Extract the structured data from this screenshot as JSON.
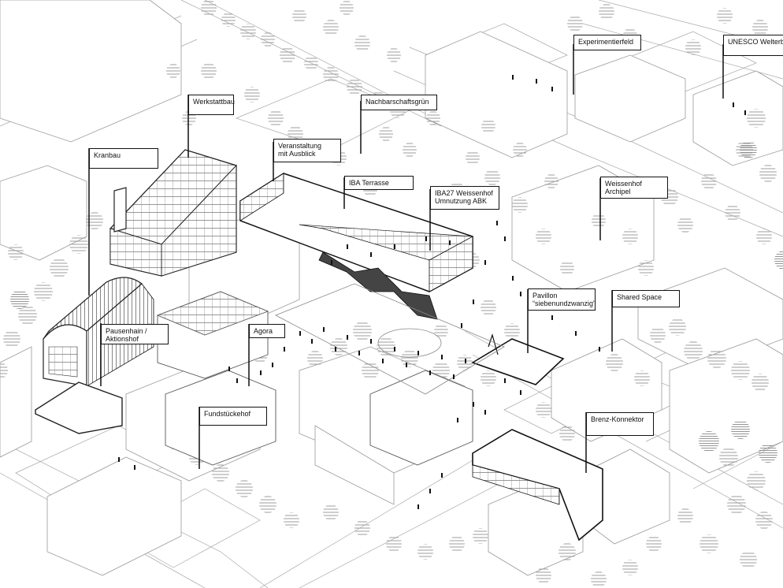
{
  "labels": {
    "experimentierfeld": {
      "line1": "Experimentierfeld"
    },
    "unesco": {
      "line1": "UNESCO Welterbe"
    },
    "werkstattbau": {
      "line1": "Werkstattbau"
    },
    "nachbarschaftsgruen": {
      "line1": "Nachbarschaftsgrün"
    },
    "kranbau": {
      "line1": "Kranbau"
    },
    "veranstaltung": {
      "line1": "Veranstaltung",
      "line2": "mit Ausblick"
    },
    "iba_terrasse": {
      "line1": "IBA Terrasse"
    },
    "iba27": {
      "line1": "IBA27 Weissenhof",
      "line2": "Umnutzung ABK"
    },
    "weissenhof_archipel": {
      "line1": "Weissenhof",
      "line2": "Archipel"
    },
    "pavillon": {
      "line1": "Pavillon",
      "line2": "“siebenundzwanzig”"
    },
    "shared_space": {
      "line1": "Shared Space"
    },
    "pausenhain": {
      "line1": "Pausenhain /",
      "line2": "Aktionshof"
    },
    "agora": {
      "line1": "Agora"
    },
    "fundstueckehof": {
      "line1": "Fundstückehof"
    },
    "brenz_konnektor": {
      "line1": "Brenz-Konnektor"
    }
  },
  "colors": {
    "line": "#222222",
    "thin_line": "#9a9a9a",
    "tree": "#d4d4d4",
    "people": "#111111",
    "highlight": "#111111"
  }
}
